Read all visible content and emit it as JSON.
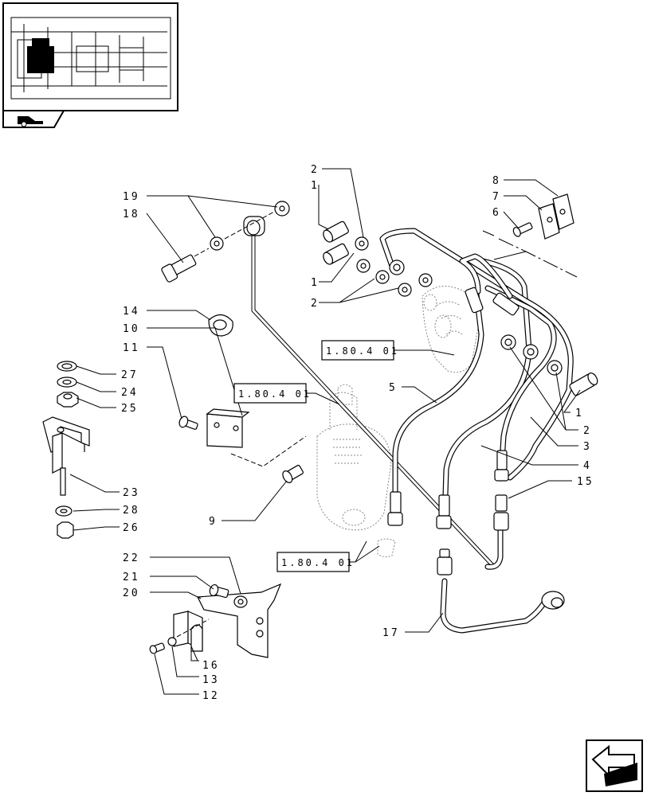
{
  "reference_label": "1.80.4 01",
  "callouts": [
    {
      "id": "c-8",
      "text": "8"
    },
    {
      "id": "c-7",
      "text": "7"
    },
    {
      "id": "c-6",
      "text": "6"
    },
    {
      "id": "c-2a",
      "text": "2"
    },
    {
      "id": "c-1a",
      "text": "1"
    },
    {
      "id": "c-19",
      "text": "19"
    },
    {
      "id": "c-18",
      "text": "18"
    },
    {
      "id": "c-1b",
      "text": "1"
    },
    {
      "id": "c-2b",
      "text": "2"
    },
    {
      "id": "c-14",
      "text": "14"
    },
    {
      "id": "c-10",
      "text": "10"
    },
    {
      "id": "c-11",
      "text": "11"
    },
    {
      "id": "c-27",
      "text": "27"
    },
    {
      "id": "c-24",
      "text": "24"
    },
    {
      "id": "c-25",
      "text": "25"
    },
    {
      "id": "c-5",
      "text": "5"
    },
    {
      "id": "c-1c",
      "text": "1"
    },
    {
      "id": "c-2c",
      "text": "2"
    },
    {
      "id": "c-3",
      "text": "3"
    },
    {
      "id": "c-4",
      "text": "4"
    },
    {
      "id": "c-15",
      "text": "15"
    },
    {
      "id": "c-23",
      "text": "23"
    },
    {
      "id": "c-28",
      "text": "28"
    },
    {
      "id": "c-26",
      "text": "26"
    },
    {
      "id": "c-9",
      "text": "9"
    },
    {
      "id": "c-22",
      "text": "22"
    },
    {
      "id": "c-21",
      "text": "21"
    },
    {
      "id": "c-20",
      "text": "20"
    },
    {
      "id": "c-17",
      "text": "17"
    },
    {
      "id": "c-16",
      "text": "16"
    },
    {
      "id": "c-13",
      "text": "13"
    },
    {
      "id": "c-12",
      "text": "12"
    }
  ],
  "icons": {
    "thumbnail": "transmission-section-thumbnail",
    "group": "tractor-group-icon",
    "next": "next-page-arrow-icon"
  }
}
